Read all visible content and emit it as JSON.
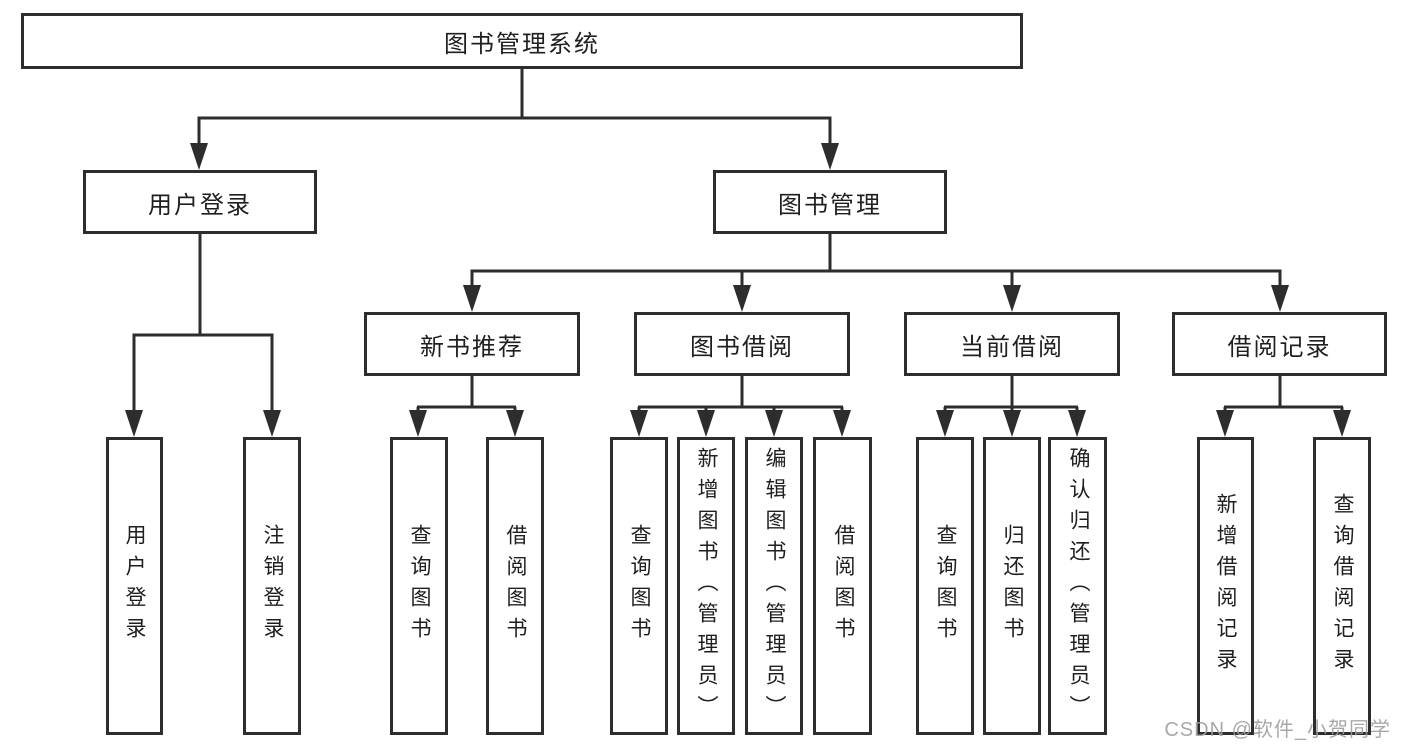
{
  "diagram_type": "hierarchy-tree",
  "colors": {
    "line": "#2d2d2d",
    "box_border": "#2d2d2d",
    "box_fill": "#ffffff",
    "text": "#1f1f1f",
    "watermark_text_color": "#9e9e9e"
  },
  "tree": {
    "label": "图书管理系统",
    "children": [
      {
        "label": "用户登录",
        "children": [
          {
            "label": "用户登录"
          },
          {
            "label": "注销登录"
          }
        ]
      },
      {
        "label": "图书管理",
        "children": [
          {
            "label": "新书推荐",
            "children": [
              {
                "label": "查询图书"
              },
              {
                "label": "借阅图书"
              }
            ]
          },
          {
            "label": "图书借阅",
            "children": [
              {
                "label": "查询图书"
              },
              {
                "label": "新增图书（管理员）"
              },
              {
                "label": "编辑图书（管理员）"
              },
              {
                "label": "借阅图书"
              }
            ]
          },
          {
            "label": "当前借阅",
            "children": [
              {
                "label": "查询图书"
              },
              {
                "label": "归还图书"
              },
              {
                "label": "确认归还（管理员）"
              }
            ]
          },
          {
            "label": "借阅记录",
            "children": [
              {
                "label": "新增借阅记录"
              },
              {
                "label": "查询借阅记录"
              }
            ]
          }
        ]
      }
    ]
  },
  "watermark": {
    "text": "CSDN @软件_小贺同学"
  }
}
